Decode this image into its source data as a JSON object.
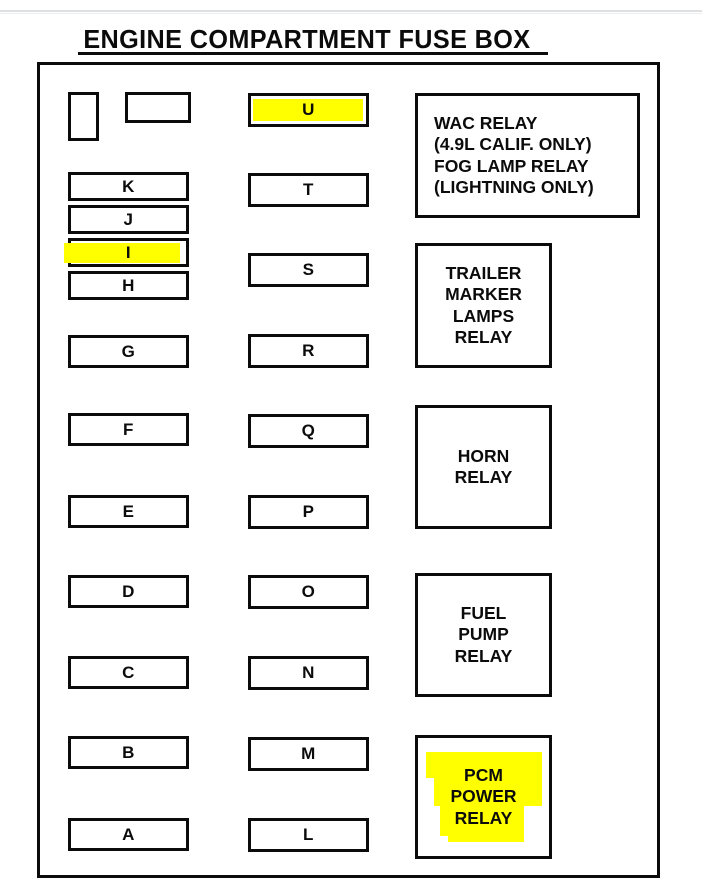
{
  "document": {
    "title": "ENGINE COMPARTMENT FUSE BOX",
    "highlight_color": "#FFFF00",
    "line_color": "#0B0B0B",
    "background_color": "#FFFFFF"
  },
  "diagram": {
    "type": "automotive-fuse-box-layout",
    "blank_terminals": [
      {
        "name": "blank-terminal-tall",
        "label": ""
      },
      {
        "name": "blank-terminal-wide",
        "label": ""
      }
    ],
    "left_column": [
      {
        "id": "K",
        "label": "K",
        "highlighted": false
      },
      {
        "id": "J",
        "label": "J",
        "highlighted": false
      },
      {
        "id": "I",
        "label": "I",
        "highlighted": true
      },
      {
        "id": "H",
        "label": "H",
        "highlighted": false
      },
      {
        "id": "G",
        "label": "G",
        "highlighted": false
      },
      {
        "id": "F",
        "label": "F",
        "highlighted": false
      },
      {
        "id": "E",
        "label": "E",
        "highlighted": false
      },
      {
        "id": "D",
        "label": "D",
        "highlighted": false
      },
      {
        "id": "C",
        "label": "C",
        "highlighted": false
      },
      {
        "id": "B",
        "label": "B",
        "highlighted": false
      },
      {
        "id": "A",
        "label": "A",
        "highlighted": false
      }
    ],
    "middle_column": [
      {
        "id": "U",
        "label": "U",
        "highlighted": true
      },
      {
        "id": "T",
        "label": "T",
        "highlighted": false
      },
      {
        "id": "S",
        "label": "S",
        "highlighted": false
      },
      {
        "id": "R",
        "label": "R",
        "highlighted": false
      },
      {
        "id": "Q",
        "label": "Q",
        "highlighted": false
      },
      {
        "id": "P",
        "label": "P",
        "highlighted": false
      },
      {
        "id": "O",
        "label": "O",
        "highlighted": false
      },
      {
        "id": "N",
        "label": "N",
        "highlighted": false
      },
      {
        "id": "M",
        "label": "M",
        "highlighted": false
      },
      {
        "id": "L",
        "label": "L",
        "highlighted": false
      }
    ],
    "relays": [
      {
        "id": "wac-fog",
        "text": "WAC RELAY\n(4.9L CALIF. ONLY)\nFOG LAMP RELAY\n(LIGHTNING ONLY)",
        "align": "left",
        "highlighted": false
      },
      {
        "id": "trailer-marker-lamps",
        "text": "TRAILER\nMARKER\nLAMPS\nRELAY",
        "align": "center",
        "highlighted": false
      },
      {
        "id": "horn",
        "text": "HORN\nRELAY",
        "align": "center",
        "highlighted": false
      },
      {
        "id": "fuel-pump",
        "text": "FUEL\nPUMP\nRELAY",
        "align": "center",
        "highlighted": false
      },
      {
        "id": "pcm-power",
        "text": "PCM\nPOWER\nRELAY",
        "align": "center",
        "highlighted": true
      }
    ]
  }
}
